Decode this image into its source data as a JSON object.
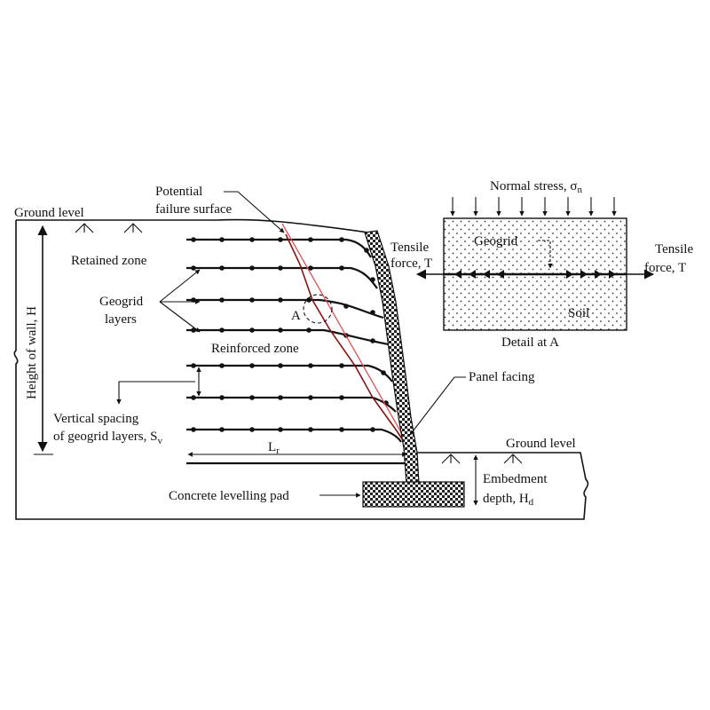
{
  "labels": {
    "ground_level_left": "Ground level",
    "potential_failure_1": "Potential",
    "potential_failure_2": "failure surface",
    "retained_zone": "Retained zone",
    "geogrid_layers_1": "Geogrid",
    "geogrid_layers_2": "layers",
    "point_a": "A",
    "reinforced_zone": "Reinforced zone",
    "height_of_wall": "Height of wall, H",
    "vertical_spacing_1": "Vertical spacing",
    "vertical_spacing_2": "of geogrid layers, S",
    "vertical_spacing_sub": "v",
    "length_symbol": "L",
    "length_sub": "r",
    "panel_facing": "Panel facing",
    "ground_level_right": "Ground level",
    "embedment_1": "Embedment",
    "embedment_2": "depth, H",
    "embedment_sub": "d",
    "levelling_pad": "Concrete levelling pad"
  },
  "detail": {
    "normal_stress": "Normal stress, σ",
    "normal_stress_sub": "n",
    "geogrid": "Geogrid",
    "soil": "Soil",
    "tensile_left_1": "Tensile",
    "tensile_left_2": "force, T",
    "tensile_right_1": "Tensile",
    "tensile_right_2": "force, T",
    "caption": "Detail at A"
  }
}
